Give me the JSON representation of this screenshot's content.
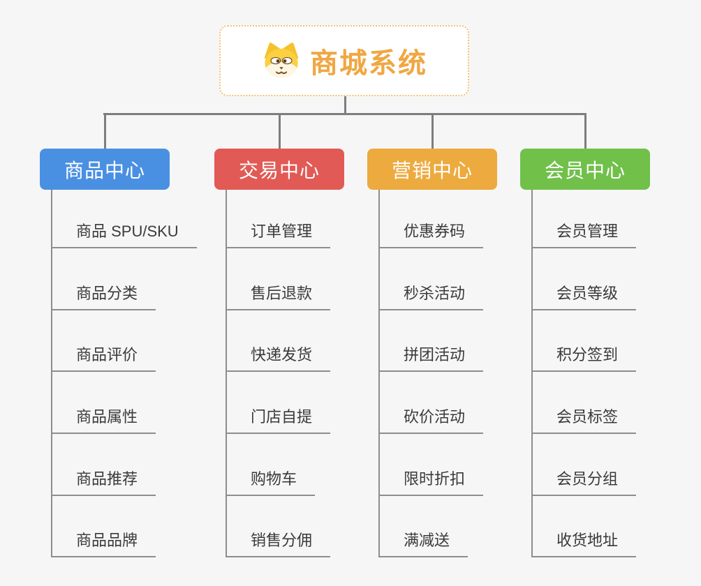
{
  "root": {
    "title": "商城系统",
    "icon": "shiba-dog-icon",
    "accent_color": "#f0a742"
  },
  "branches": [
    {
      "id": "product-center",
      "label": "商品中心",
      "color": "#4a90e2",
      "items": [
        "商品 SPU/SKU",
        "商品分类",
        "商品评价",
        "商品属性",
        "商品推荐",
        "商品品牌"
      ]
    },
    {
      "id": "trade-center",
      "label": "交易中心",
      "color": "#e25a55",
      "items": [
        "订单管理",
        "售后退款",
        "快递发货",
        "门店自提",
        "购物车",
        "销售分佣"
      ]
    },
    {
      "id": "marketing-center",
      "label": "营销中心",
      "color": "#edaa3e",
      "items": [
        "优惠券码",
        "秒杀活动",
        "拼团活动",
        "砍价活动",
        "限时折扣",
        "满减送"
      ]
    },
    {
      "id": "member-center",
      "label": "会员中心",
      "color": "#70c04a",
      "items": [
        "会员管理",
        "会员等级",
        "积分签到",
        "会员标签",
        "会员分组",
        "收货地址"
      ]
    }
  ],
  "connector_color": "#7d7d7d",
  "leaf_line_color": "#8d8d8d"
}
